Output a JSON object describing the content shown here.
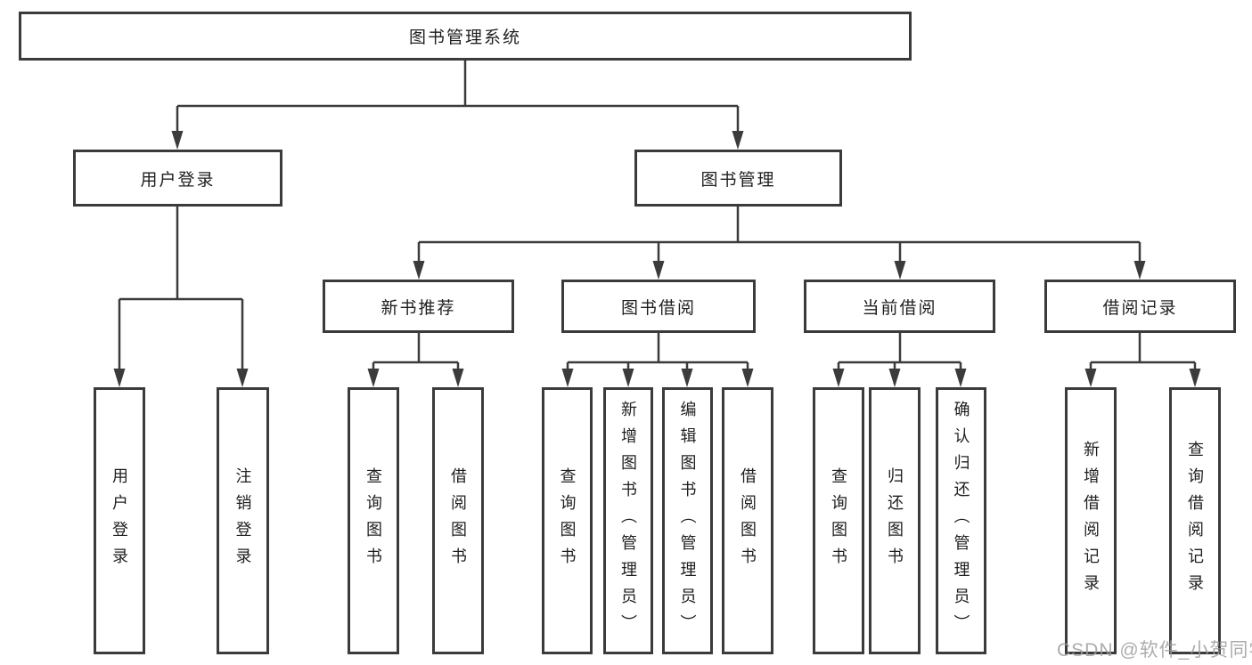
{
  "diagram": {
    "type": "hierarchy-tree",
    "title": "图书管理系统",
    "watermark": "CSDN @软件_小贺同学",
    "colors": {
      "background": "#ffffff",
      "box_border": "#3b3b3b",
      "connector": "#3b3b3b",
      "text": "#1f1f1f",
      "watermark_text": "#9e9e9e"
    },
    "nodes": {
      "root": {
        "label": "图书管理系统"
      },
      "user_login": {
        "label": "用户登录"
      },
      "book_mgmt": {
        "label": "图书管理"
      },
      "new_book_rec": {
        "label": "新书推荐"
      },
      "book_borrow": {
        "label": "图书借阅"
      },
      "current_borrow": {
        "label": "当前借阅"
      },
      "borrow_records": {
        "label": "借阅记录"
      },
      "leaf_user_login": {
        "label": "用户登录"
      },
      "leaf_logout": {
        "label": "注销登录"
      },
      "leaf_query_book_1": {
        "label": "查询图书"
      },
      "leaf_borrow_book_1": {
        "label": "借阅图书"
      },
      "leaf_query_book_2": {
        "label": "查询图书"
      },
      "leaf_add_book": {
        "label": "新增图书（管理员）"
      },
      "leaf_edit_book": {
        "label": "编辑图书（管理员）"
      },
      "leaf_borrow_book_2": {
        "label": "借阅图书"
      },
      "leaf_query_book_3": {
        "label": "查询图书"
      },
      "leaf_return_book": {
        "label": "归还图书"
      },
      "leaf_confirm_return": {
        "label": "确认归还（管理员）"
      },
      "leaf_add_record": {
        "label": "新增借阅记录"
      },
      "leaf_query_record": {
        "label": "查询借阅记录"
      }
    },
    "hierarchy": [
      {
        "parent": "图书管理系统",
        "children": [
          "用户登录",
          "图书管理"
        ]
      },
      {
        "parent": "用户登录",
        "children": [
          "用户登录",
          "注销登录"
        ]
      },
      {
        "parent": "图书管理",
        "children": [
          "新书推荐",
          "图书借阅",
          "当前借阅",
          "借阅记录"
        ]
      },
      {
        "parent": "新书推荐",
        "children": [
          "查询图书",
          "借阅图书"
        ]
      },
      {
        "parent": "图书借阅",
        "children": [
          "查询图书",
          "新增图书（管理员）",
          "编辑图书（管理员）",
          "借阅图书"
        ]
      },
      {
        "parent": "当前借阅",
        "children": [
          "查询图书",
          "归还图书",
          "确认归还（管理员）"
        ]
      },
      {
        "parent": "借阅记录",
        "children": [
          "新增借阅记录",
          "查询借阅记录"
        ]
      }
    ]
  }
}
